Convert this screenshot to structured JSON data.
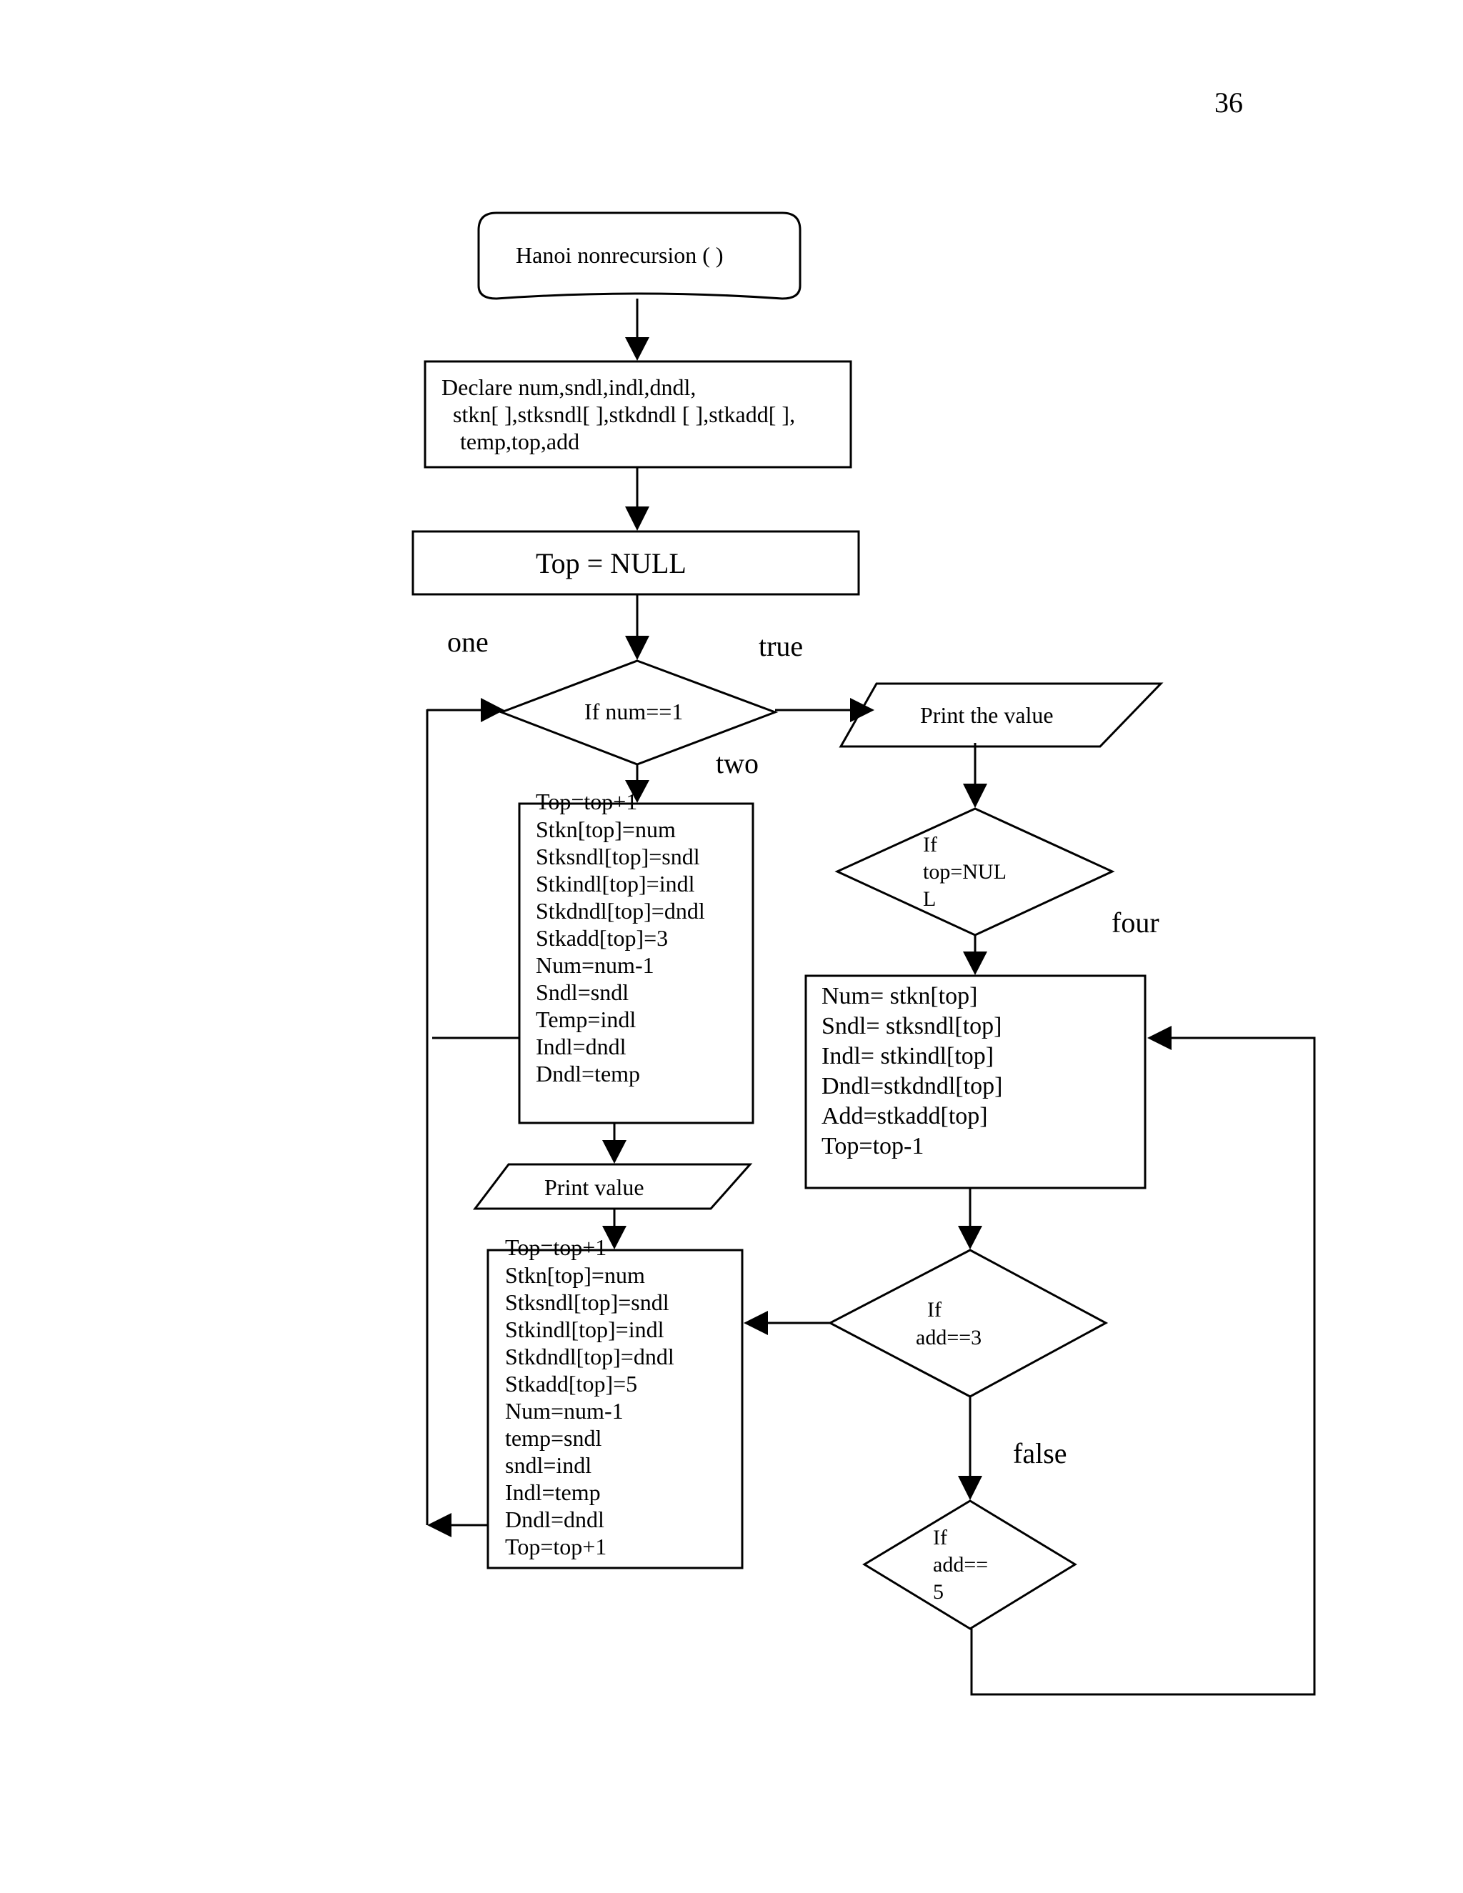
{
  "page_number": "36",
  "nodes": {
    "start": "Hanoi nonrecursion ( )",
    "declare": [
      "Declare num,sndl,indl,dndl,",
      "stkn[ ],stksndl[ ],stkdndl [ ],stkadd[ ],",
      "temp,top,add"
    ],
    "init": "Top = NULL",
    "cond_num": "If num==1",
    "print_value_right": "Print the value",
    "cond_top": [
      "If",
      "top=NUL",
      "L"
    ],
    "push_block_1": [
      "Top=top+1",
      "Stkn[top]=num",
      "Stksndl[top]=sndl",
      "Stkindl[top]=indl",
      "Stkdndl[top]=dndl",
      "Stkadd[top]=3",
      "Num=num-1",
      "Sndl=sndl",
      "Temp=indl",
      "Indl=dndl",
      "Dndl=temp"
    ],
    "print_value_left": "Print value",
    "push_block_2": [
      "Top=top+1",
      "Stkn[top]=num",
      "Stksndl[top]=sndl",
      "Stkindl[top]=indl",
      "Stkdndl[top]=dndl",
      "Stkadd[top]=5",
      "Num=num-1",
      "temp=sndl",
      "sndl=indl",
      "Indl=temp",
      "Dndl=dndl",
      "Top=top+1"
    ],
    "pop_block": [
      "Num= stkn[top]",
      "Sndl= stksndl[top]",
      "Indl= stkindl[top]",
      "Dndl=stkdndl[top]",
      "Add=stkadd[top]",
      "Top=top-1"
    ],
    "cond_add3": [
      "If",
      "add==3"
    ],
    "cond_add5": [
      "If",
      "add==",
      "5"
    ]
  },
  "edge_labels": {
    "one": "one",
    "true": "true",
    "two": "two",
    "four": "four",
    "false": "false"
  }
}
